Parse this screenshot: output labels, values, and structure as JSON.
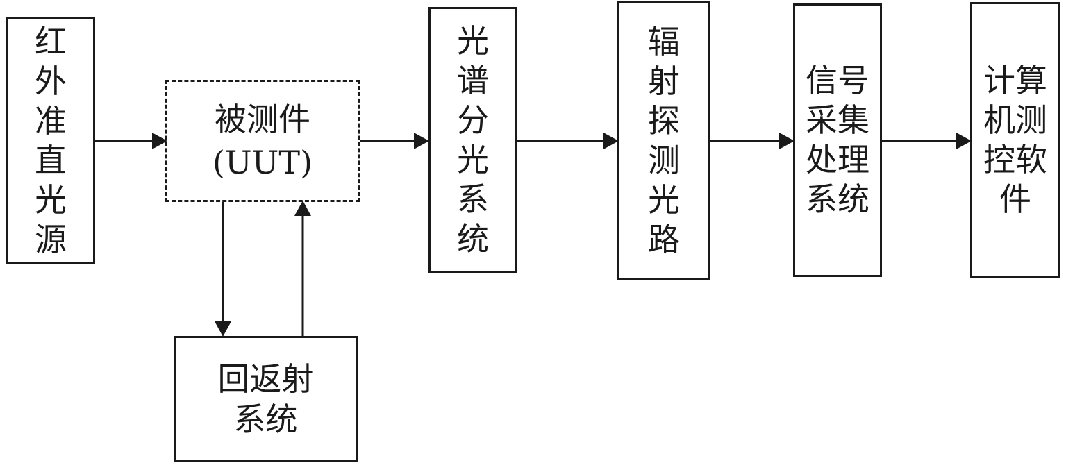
{
  "diagram": {
    "type": "block-flow",
    "nodes": [
      {
        "id": "ir-source",
        "label": "红\n外\n准\n直\n光\n源",
        "style": "solid"
      },
      {
        "id": "uut",
        "label": "被测件\n(UUT)",
        "style": "dashed"
      },
      {
        "id": "return-reflection",
        "label": "回返射\n系统",
        "style": "solid"
      },
      {
        "id": "spectral-split",
        "label": "光\n谱\n分\n光\n系\n统",
        "style": "solid"
      },
      {
        "id": "radiation-detect",
        "label": "辐\n射\n探\n测\n光\n路",
        "style": "solid"
      },
      {
        "id": "signal-acq",
        "label": "信号\n采集\n处理\n系统",
        "style": "solid"
      },
      {
        "id": "computer-sw",
        "label": "计算\n机测\n控软\n件",
        "style": "solid"
      }
    ],
    "edges": [
      {
        "from": "ir-source",
        "to": "uut"
      },
      {
        "from": "uut",
        "to": "spectral-split"
      },
      {
        "from": "uut",
        "to": "return-reflection"
      },
      {
        "from": "return-reflection",
        "to": "uut"
      },
      {
        "from": "spectral-split",
        "to": "radiation-detect"
      },
      {
        "from": "radiation-detect",
        "to": "signal-acq"
      },
      {
        "from": "signal-acq",
        "to": "computer-sw"
      }
    ],
    "line_color": "#1a1a1a"
  }
}
